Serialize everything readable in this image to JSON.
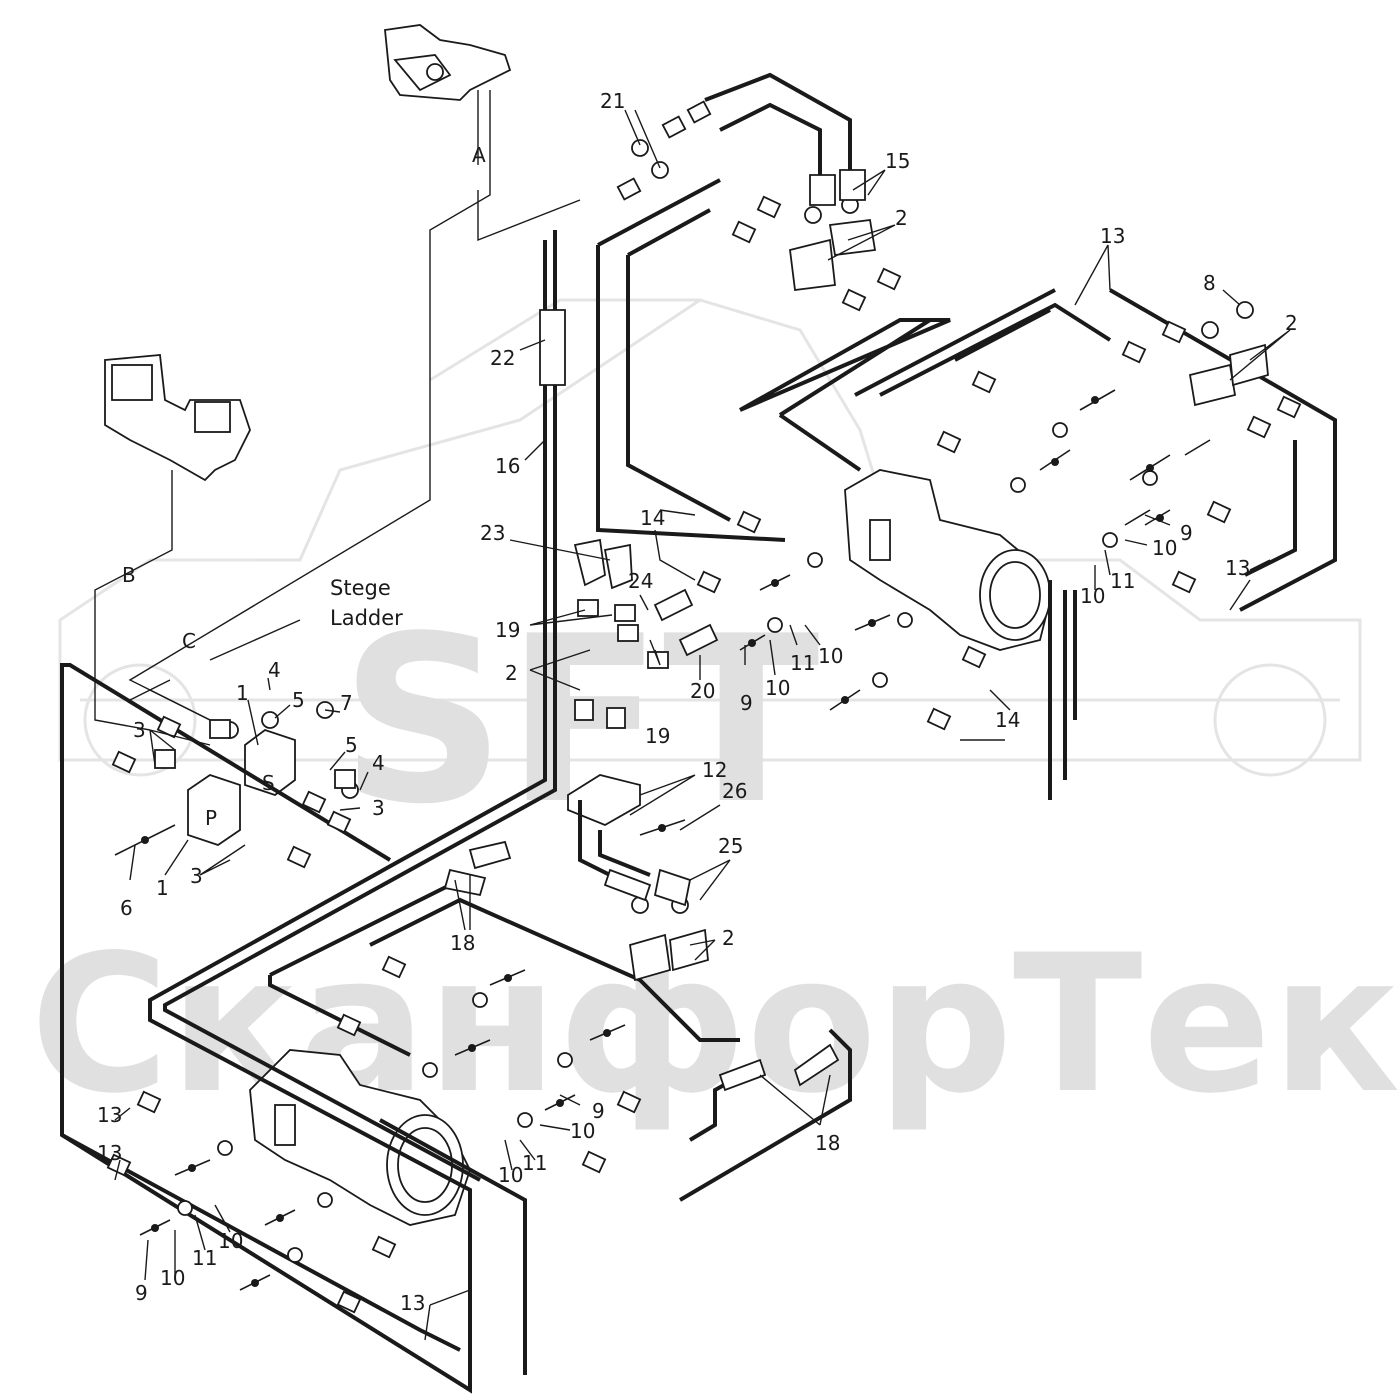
{
  "watermark": {
    "logo_text": "SFT",
    "brand_text": "СканфорТек"
  },
  "notes": {
    "stege": "Stege",
    "ladder": "Ladder"
  },
  "line_letters": [
    {
      "id": "A",
      "text": "A"
    },
    {
      "id": "B",
      "text": "B"
    },
    {
      "id": "C",
      "text": "C"
    }
  ],
  "callouts": [
    {
      "id": "c21",
      "text": "21"
    },
    {
      "id": "c15",
      "text": "15"
    },
    {
      "id": "c2a",
      "text": "2"
    },
    {
      "id": "c13a",
      "text": "13"
    },
    {
      "id": "c8",
      "text": "8"
    },
    {
      "id": "c2b",
      "text": "2"
    },
    {
      "id": "c22",
      "text": "22"
    },
    {
      "id": "c16",
      "text": "16"
    },
    {
      "id": "c23",
      "text": "23"
    },
    {
      "id": "c14a",
      "text": "14"
    },
    {
      "id": "c24",
      "text": "24"
    },
    {
      "id": "c19a",
      "text": "19"
    },
    {
      "id": "c2c",
      "text": "2"
    },
    {
      "id": "c20",
      "text": "20"
    },
    {
      "id": "c9a",
      "text": "9"
    },
    {
      "id": "c10a",
      "text": "10"
    },
    {
      "id": "c11a",
      "text": "11"
    },
    {
      "id": "c10b",
      "text": "10"
    },
    {
      "id": "c19b",
      "text": "19"
    },
    {
      "id": "c9b",
      "text": "9"
    },
    {
      "id": "c10c",
      "text": "10"
    },
    {
      "id": "c10d",
      "text": "10"
    },
    {
      "id": "c11b",
      "text": "11"
    },
    {
      "id": "c13b",
      "text": "13"
    },
    {
      "id": "c14b",
      "text": "14"
    },
    {
      "id": "c12",
      "text": "12"
    },
    {
      "id": "c26",
      "text": "26"
    },
    {
      "id": "c25",
      "text": "25"
    },
    {
      "id": "c2d",
      "text": "2"
    },
    {
      "id": "c18a",
      "text": "18"
    },
    {
      "id": "c18b",
      "text": "18"
    },
    {
      "id": "c4a",
      "text": "4"
    },
    {
      "id": "c1a",
      "text": "1"
    },
    {
      "id": "c5a",
      "text": "5"
    },
    {
      "id": "c7",
      "text": "7"
    },
    {
      "id": "c3a",
      "text": "3"
    },
    {
      "id": "c5b",
      "text": "5"
    },
    {
      "id": "c4b",
      "text": "4"
    },
    {
      "id": "c3b",
      "text": "3"
    },
    {
      "id": "c6",
      "text": "6"
    },
    {
      "id": "c1b",
      "text": "1"
    },
    {
      "id": "c3c",
      "text": "3"
    },
    {
      "id": "c13c",
      "text": "13"
    },
    {
      "id": "c13d",
      "text": "13"
    },
    {
      "id": "c9c",
      "text": "9"
    },
    {
      "id": "c10e",
      "text": "10"
    },
    {
      "id": "c11c",
      "text": "11"
    },
    {
      "id": "c10f",
      "text": "10"
    },
    {
      "id": "c9d",
      "text": "9"
    },
    {
      "id": "c10g",
      "text": "10"
    },
    {
      "id": "c10h",
      "text": "10"
    },
    {
      "id": "c11d",
      "text": "11"
    },
    {
      "id": "c13e",
      "text": "13"
    },
    {
      "id": "port_s",
      "text": "S"
    },
    {
      "id": "port_p",
      "text": "P"
    }
  ]
}
